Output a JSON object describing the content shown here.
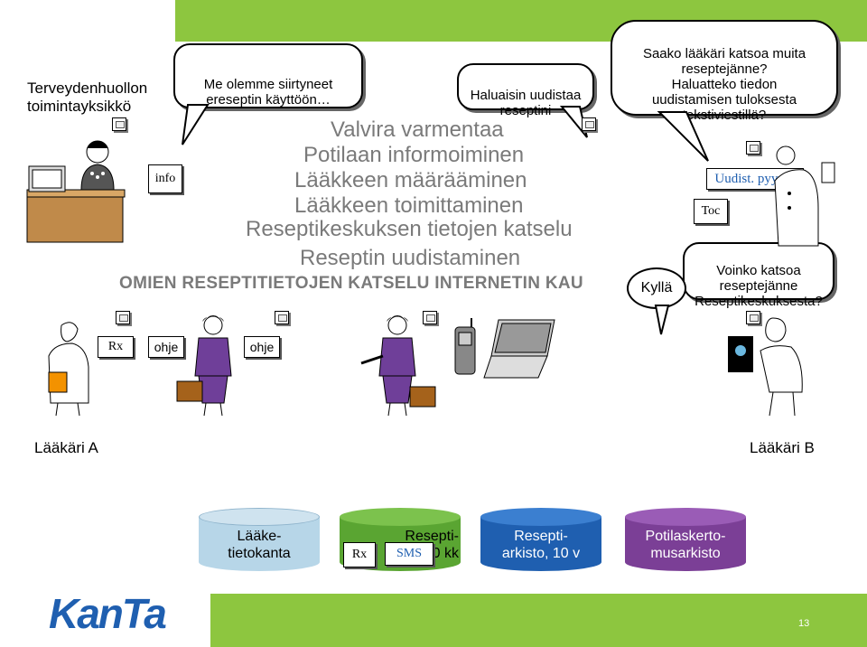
{
  "header": {
    "org_label": "Terveydenhuollon\ntoimintayksikkö"
  },
  "bubbles": {
    "ereseptin": "Me olemme siirtyneet\nereseptin käyttöön…",
    "uudistaa": "Haluaisin uudistaa\nreseptini",
    "saako": "Saako lääkäri katsoa muita\nreseptejänne?\nHaluatteko tiedon\nuudistamisen tuloksesta\ntekstiviestillä?",
    "voinko": "Voinko katsoa\nreseptejänne\nReseptikeskuksesta?"
  },
  "steps": [
    "Valvira varmentaa",
    "Potilaan informoiminen",
    "Lääkkeen määrääminen",
    "Lääkkeen toimittaminen",
    "Reseptikeskuksen tietojen katselu",
    "Reseptin uudistaminen"
  ],
  "internet_line": "OMIEN RESEPTITIETOJEN KATSELU INTERNETIN KAU",
  "notes": {
    "info": "info",
    "rx": "Rx",
    "ohje1": "ohje",
    "ohje2": "ohje",
    "toc": "Toc",
    "uudist": "Uudist. pyyntö",
    "rx2": "Rx",
    "sms": "SMS"
  },
  "answer": "Kyllä",
  "doctors": {
    "a": "Lääkäri A",
    "b": "Lääkäri B"
  },
  "databases": [
    {
      "label": "Lääke-\ntietokanta"
    },
    {
      "label": "Resepti-\n30 kk"
    },
    {
      "label": "Resepti-\narkisto, 10 v"
    },
    {
      "label": "Potilaskerto-\nmusarkisto"
    }
  ],
  "logo": "KanTa",
  "page_number": "13",
  "colors": {
    "green_bar": "#8dc63f",
    "logo_blue": "#1f5fb0",
    "step_grey": "#7a7a7a"
  }
}
